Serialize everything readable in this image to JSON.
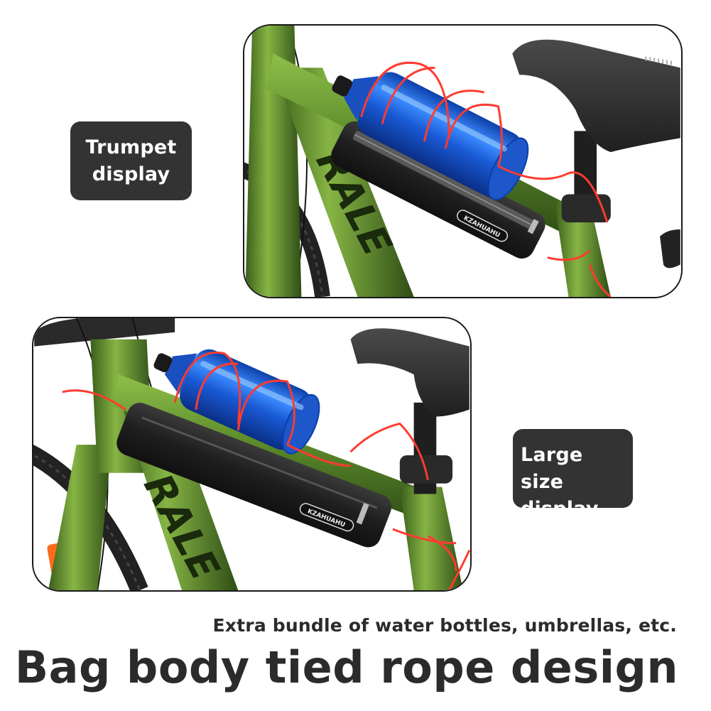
{
  "panels": {
    "top": {
      "label_lines": [
        "Trumpet",
        "display"
      ],
      "bag_brand": "KZAHUAHU",
      "frame_text": "RALE"
    },
    "bottom": {
      "label_lines": [
        "Large size",
        "display"
      ],
      "bag_brand": "KZAHUAHU",
      "frame_text": "RALE"
    }
  },
  "caption": {
    "subtitle": "Extra bundle of water bottles, umbrellas, etc.",
    "headline": "Bag body tied rope design"
  },
  "colors": {
    "label_bg": "#333333",
    "label_text": "#ffffff",
    "caption_text": "#2b2b2b",
    "frame_green": "#5a8a2a",
    "bottle_blue": "#1e5fd8",
    "cord_red": "#ff3b30",
    "bag_black": "#1c1c1c"
  }
}
